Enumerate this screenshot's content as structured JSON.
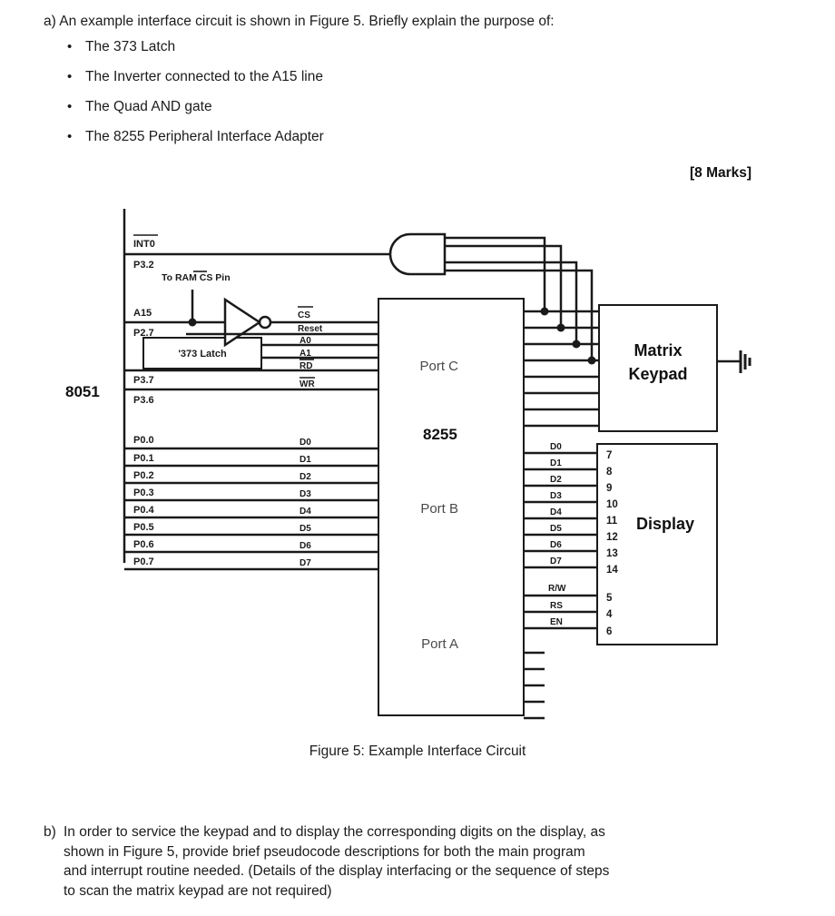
{
  "question_a": {
    "lead": "a) An example interface circuit is shown in Figure 5. Briefly explain the purpose of:",
    "bullets": [
      "The 373 Latch",
      "The Inverter connected to the A15 line",
      "The Quad AND gate",
      "The 8255 Peripheral Interface Adapter"
    ],
    "marks": "[8 Marks]"
  },
  "figure": {
    "caption": "Figure 5: Example Interface Circuit",
    "mcu_label": "8051",
    "pia_label": "8255",
    "latch_label": "'373 Latch",
    "ram_note": "To RAM CS Pin",
    "keypad_label_line1": "Matrix",
    "keypad_label_line2": "Keypad",
    "display_label": "Display",
    "port_c_label": "Port C",
    "port_b_label": "Port B",
    "port_a_label": "Port A",
    "mcu_pins": [
      "INT0",
      "P3.2",
      "A15",
      "P2.7",
      "P3.7",
      "P3.6",
      "P0.0",
      "P0.1",
      "P0.2",
      "P0.3",
      "P0.4",
      "P0.5",
      "P0.6",
      "P0.7"
    ],
    "pia_left_control_pins": [
      "CS",
      "Reset",
      "A0",
      "A1",
      "RD",
      "WR"
    ],
    "pia_left_data_pins": [
      "D0",
      "D1",
      "D2",
      "D3",
      "D4",
      "D5",
      "D6",
      "D7"
    ],
    "display_data_pins": [
      "D0",
      "D1",
      "D2",
      "D3",
      "D4",
      "D5",
      "D6",
      "D7"
    ],
    "display_control_pins": [
      "R/W",
      "RS",
      "EN"
    ],
    "display_pin_numbers_data": [
      "7",
      "8",
      "9",
      "10",
      "11",
      "12",
      "13",
      "14"
    ],
    "display_pin_numbers_control": [
      "5",
      "4",
      "6"
    ],
    "icons": {
      "inverter": "inverter-gate-icon",
      "and_gate": "quad-and-gate-icon",
      "ground": "ground-symbol-icon"
    },
    "colors": {
      "line": "#1a1a1a",
      "text": "#1a1a1a",
      "port_text": "#4a4a4a",
      "background": "#ffffff"
    }
  },
  "question_b": {
    "label": "b)",
    "line1": "In order to service the keypad and to display the corresponding digits on the display, as",
    "line2": "shown in Figure 5, provide brief pseudocode descriptions for both the main program",
    "line3": "and interrupt routine needed. (Details of the display interfacing or the sequence of steps",
    "line4": "to scan the matrix keypad are not required)"
  }
}
